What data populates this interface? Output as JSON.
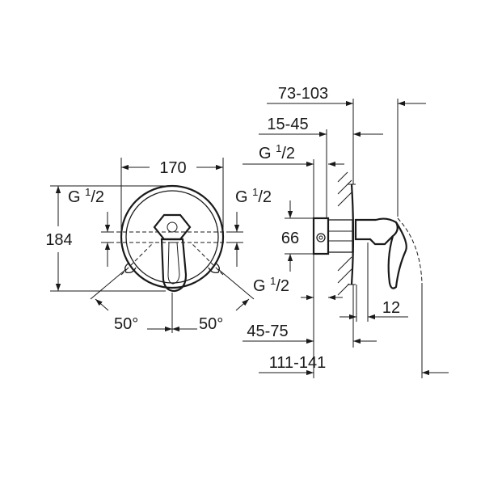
{
  "front_view": {
    "width_label": "170",
    "height_label": "184",
    "inlet_left": {
      "prefix": "G ",
      "sup": "1",
      "frac": "/2"
    },
    "inlet_right": {
      "prefix": "G ",
      "sup": "1",
      "frac": "/2"
    },
    "angle_left": "50°",
    "angle_right": "50°"
  },
  "side_view": {
    "depth_total": "73-103",
    "depth_wall": "15-45",
    "inlet_top": {
      "prefix": "G ",
      "sup": "1",
      "frac": "/2"
    },
    "inlet_bottom": {
      "prefix": "G ",
      "sup": "1",
      "frac": "/2"
    },
    "body_height": "66",
    "install_depth": "45-75",
    "overall_depth": "111-141",
    "handle_offset": "12"
  }
}
